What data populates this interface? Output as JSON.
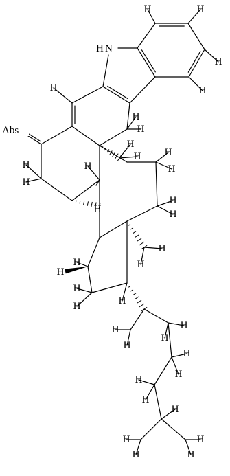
{
  "molecule": {
    "atom_labels": [
      {
        "id": "abs",
        "text": "Abs"
      },
      {
        "id": "nh",
        "text": "N"
      },
      {
        "id": "nh-h",
        "text": "H"
      },
      {
        "id": "h",
        "text": "H"
      }
    ]
  }
}
